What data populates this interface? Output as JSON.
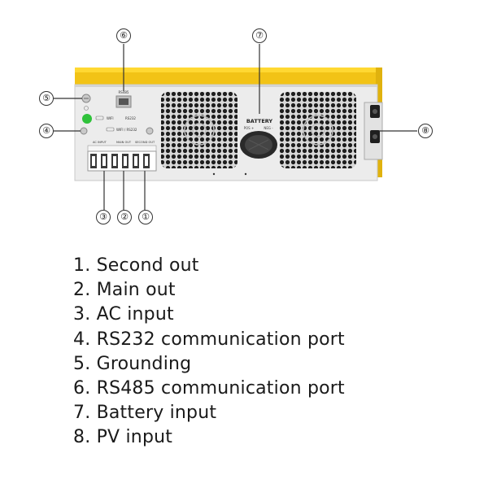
{
  "panel": {
    "battery_label": "BATTERY",
    "pos_label": "POS +",
    "neg_label": "NEG -",
    "rs485_label": "RS485",
    "wifi_label": "WIFI",
    "rs232_label": "RS232",
    "wifi_rs232_label": "WIFI / RS232",
    "ac_input_label": "AC INPUT",
    "main_out_label": "MAIN OUT",
    "second_out_label": "SECOND OUT"
  },
  "callouts": [
    "①",
    "②",
    "③",
    "④",
    "⑤",
    "⑥",
    "⑦",
    "⑧"
  ],
  "legend": [
    "1. Second out",
    "2. Main out",
    "3. AC input",
    "4. RS232 communication port",
    "5. Grounding",
    "6. RS485 communication port",
    "7. Battery input",
    "8. PV input"
  ],
  "colors": {
    "housing_yellow": "#f2c316",
    "panel_grey": "#e9e9e9",
    "led_green": "#2fc23a"
  }
}
